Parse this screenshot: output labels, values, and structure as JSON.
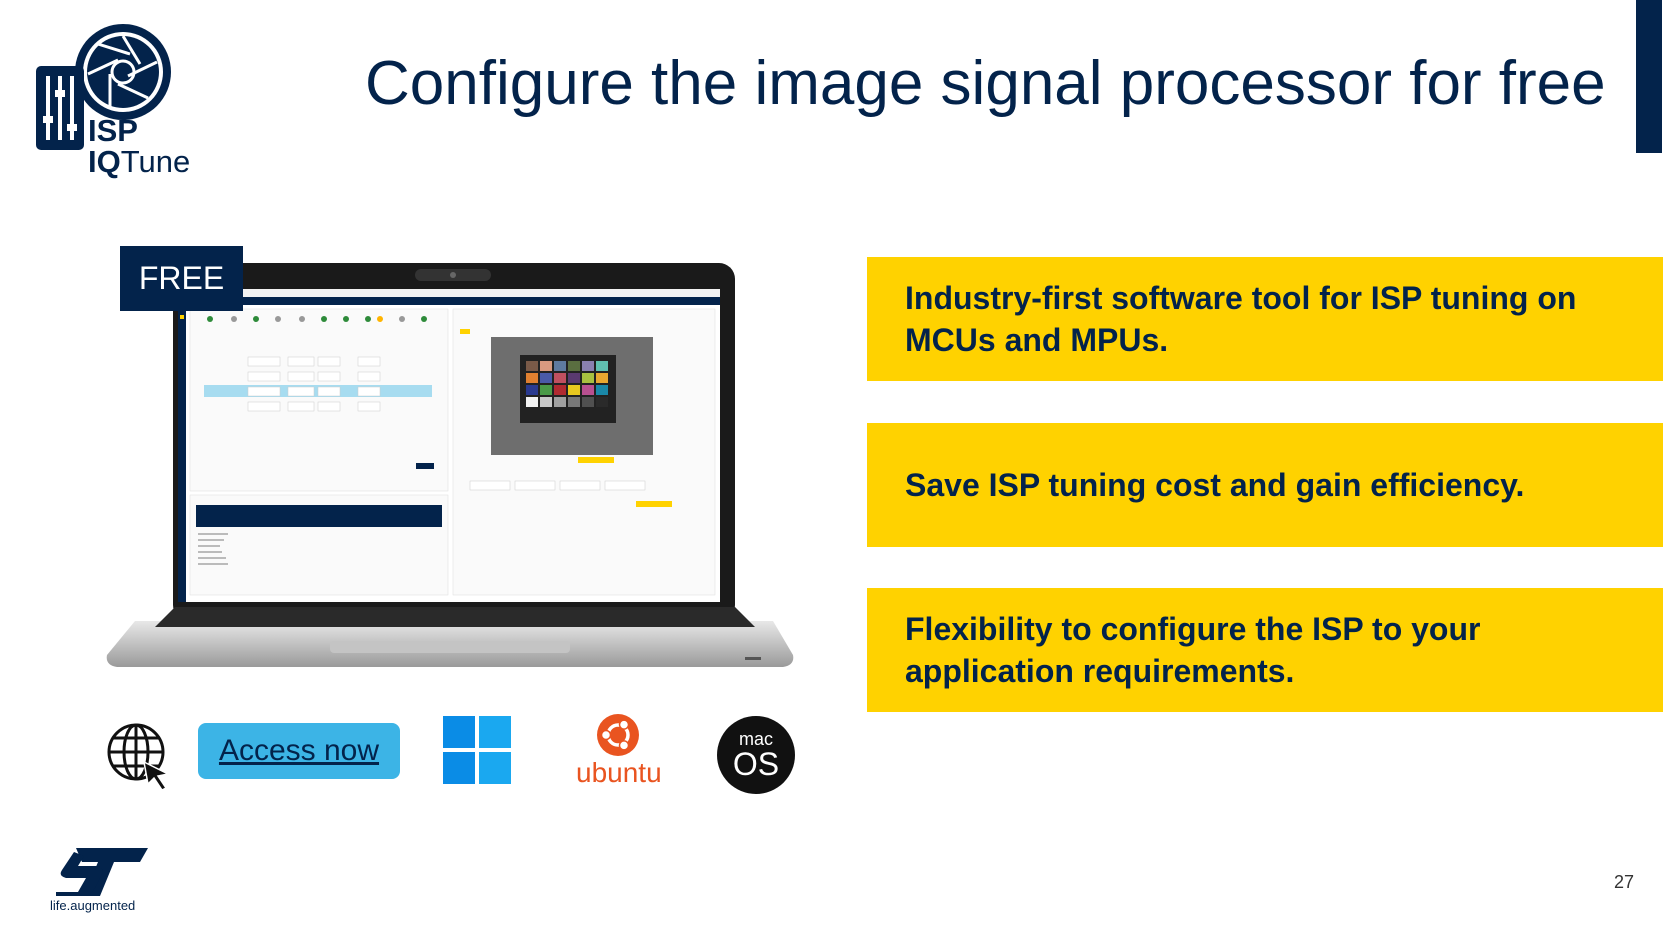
{
  "slide": {
    "title": "Configure the image signal processor for free",
    "page_number": "27"
  },
  "logo": {
    "line1": "ISP",
    "line2_bold": "IQ",
    "line2_rest": "Tune"
  },
  "badge": {
    "label": "FREE"
  },
  "features": [
    {
      "text_line1": "Industry-first software tool for ISP tuning on",
      "text_line2": "MCUs and MPUs."
    },
    {
      "text_line1": "Save ISP tuning cost and gain efficiency.",
      "text_line2": ""
    },
    {
      "text_line1": "Flexibility to configure the ISP to your",
      "text_line2": "application requirements."
    }
  ],
  "platforms": {
    "access_label": "Access now",
    "ubuntu_label": "ubuntu",
    "mac_top": "mac",
    "mac_bottom": "OS"
  },
  "st_logo": {
    "tagline": "life.augmented"
  },
  "colors": {
    "navy": "#03234b",
    "yellow": "#ffd200",
    "cyan": "#3cb4e6",
    "ubuntu_orange": "#e95420",
    "windows_blue": "#0a8ce6"
  },
  "icons": [
    "globe-cursor-icon",
    "windows-icon",
    "ubuntu-icon",
    "macos-icon",
    "camera-aperture-icon",
    "sliders-icon"
  ]
}
